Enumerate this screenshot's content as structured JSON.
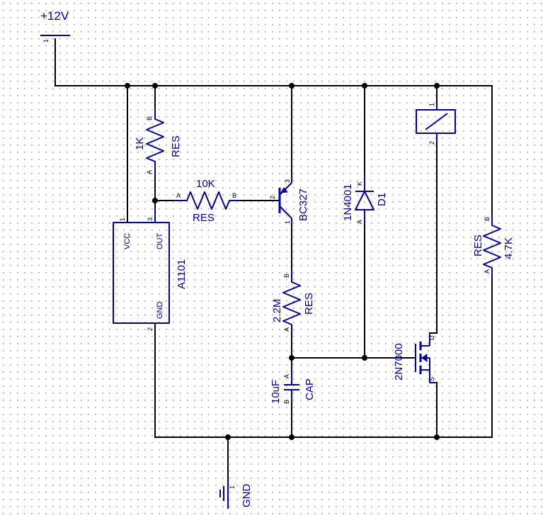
{
  "colors": {
    "component": "#000099",
    "wire": "#000000",
    "grid_dot": "#9a9a9a",
    "background": "#ffffff"
  },
  "power": {
    "supply_label": "+12V",
    "supply_pin": "1",
    "ground_label": "GND",
    "ground_pin": "1"
  },
  "ic": {
    "name": "A1101",
    "vcc": "VCC",
    "out": "OUT",
    "gnd": "GND",
    "pin_vcc": "1",
    "pin_out": "3",
    "pin_gnd": "2"
  },
  "r_1k": {
    "value": "1K",
    "type": "RES",
    "pin_a": "A",
    "pin_b": "B"
  },
  "r_10k": {
    "value": "10K",
    "type": "RES",
    "pin_a": "A",
    "pin_b": "B"
  },
  "r_2m2": {
    "value": "2.2M",
    "type": "RES",
    "pin_a": "A",
    "pin_b": "B"
  },
  "r_4k7": {
    "value": "4.7K",
    "type": "RES",
    "pin_a": "A",
    "pin_b": "B"
  },
  "transistor": {
    "name": "BC327",
    "pin1": "1",
    "pin2": "2",
    "pin3": "3"
  },
  "diode": {
    "part": "1N4001",
    "ref": "D1",
    "pin_a": "A",
    "pin_k": "K"
  },
  "capacitor": {
    "value": "10uF",
    "type": "CAP",
    "pin_a": "A",
    "pin_b": "B"
  },
  "mosfet": {
    "part": "2N7000",
    "pin_d": "D",
    "pin_s": "S"
  },
  "relay": {
    "pin1": "1",
    "pin2": "2"
  }
}
